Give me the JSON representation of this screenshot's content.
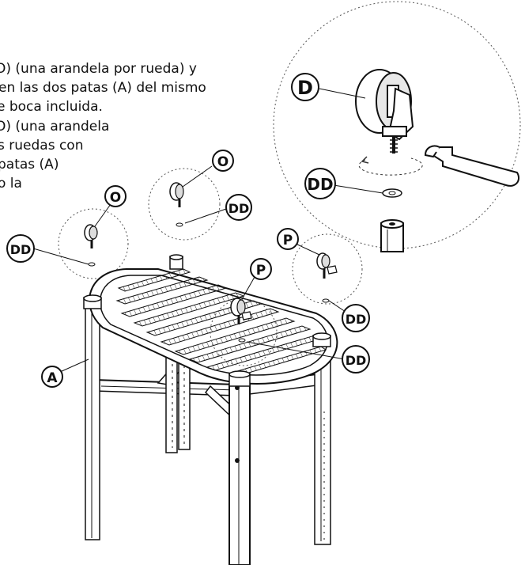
{
  "instructions": [
    "O) (una arandela por rueda) y",
    "en las dos patas (A) del mismo",
    "e boca incluida.",
    "O) (una arandela",
    "s ruedas con",
    "patas (A)",
    "o la"
  ],
  "callouts": {
    "d_large": "D",
    "dd_large": "DD",
    "o_1": "O",
    "o_2": "O",
    "dd_1": "DD",
    "dd_2": "DD",
    "p_1": "P",
    "p_2": "P",
    "dd_3": "DD",
    "dd_4": "DD",
    "a": "A"
  },
  "icons": [
    "caster-wheel-icon",
    "washer-icon",
    "wrench-icon",
    "frame-leg-icon"
  ]
}
